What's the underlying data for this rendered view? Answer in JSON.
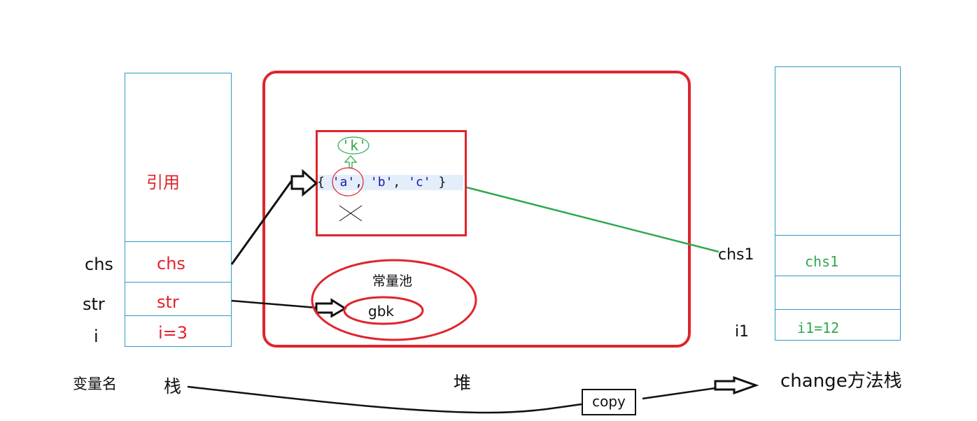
{
  "main_stack": {
    "title": "栈",
    "reference_label": "引用",
    "cells": [
      {
        "var_name": "chs",
        "value": "chs"
      },
      {
        "var_name": "str",
        "value": "str"
      },
      {
        "var_name": "i",
        "value": "i=3"
      }
    ],
    "var_name_header": "变量名"
  },
  "heap": {
    "title": "堆",
    "array": {
      "open": "{",
      "elements": [
        "'a'",
        "'b'",
        "'c'"
      ],
      "close": "}",
      "replacement": "'k'"
    },
    "constant_pool": {
      "label": "常量池",
      "value": "gbk"
    }
  },
  "change_stack": {
    "title": "change方法栈",
    "cells": [
      {
        "var_name": "chs1",
        "value": "chs1"
      },
      {
        "var_name": "",
        "value": ""
      },
      {
        "var_name": "i1",
        "value": "i1=12"
      }
    ]
  },
  "copy_label": "copy",
  "colors": {
    "red": "#e0242c",
    "green": "#2fa84f",
    "blue_border": "#2e9ac6",
    "navy_code": "#1a1aa6",
    "highlight": "#e4eefb"
  }
}
